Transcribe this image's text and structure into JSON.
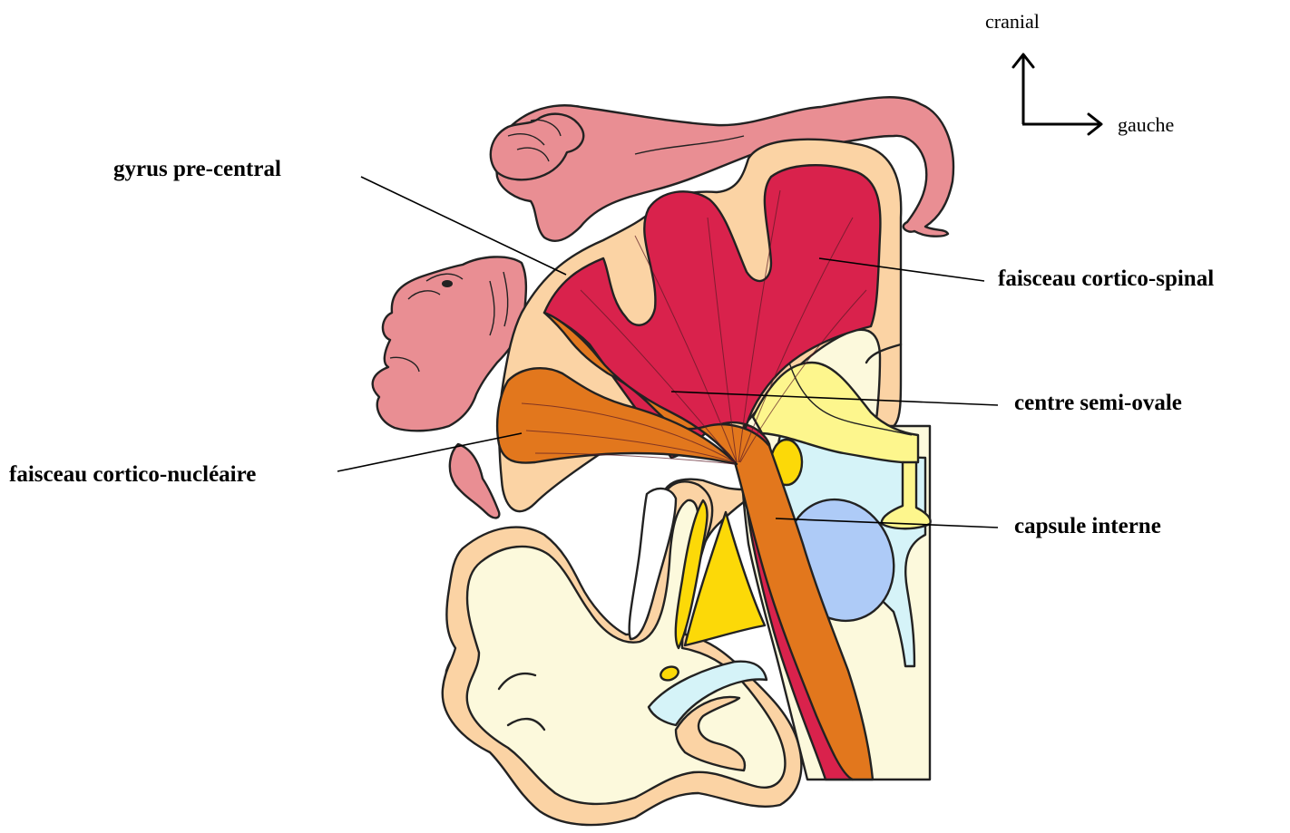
{
  "orientation": {
    "up_label": "cranial",
    "right_label": "gauche"
  },
  "labels": {
    "gyrus": "gyrus pre-central",
    "cortico_spinal": "faisceau cortico-spinal",
    "centre_semi_ovale": "centre semi-ovale",
    "cortico_nucleaire": "faisceau cortico-nucléaire",
    "capsule_interne": "capsule interne"
  },
  "colors": {
    "cortex": "#fbd3a4",
    "white_matter": "#fcf9dc",
    "cortico_spinal": "#d9224c",
    "cortico_nucleaire": "#e2771d",
    "homunculus": "#e98e93",
    "ventricle": "#d5f3f8",
    "thalamus": "#aecbf7",
    "nuclei": "#fcd908",
    "corpus_callosum": "#fdf68d"
  }
}
